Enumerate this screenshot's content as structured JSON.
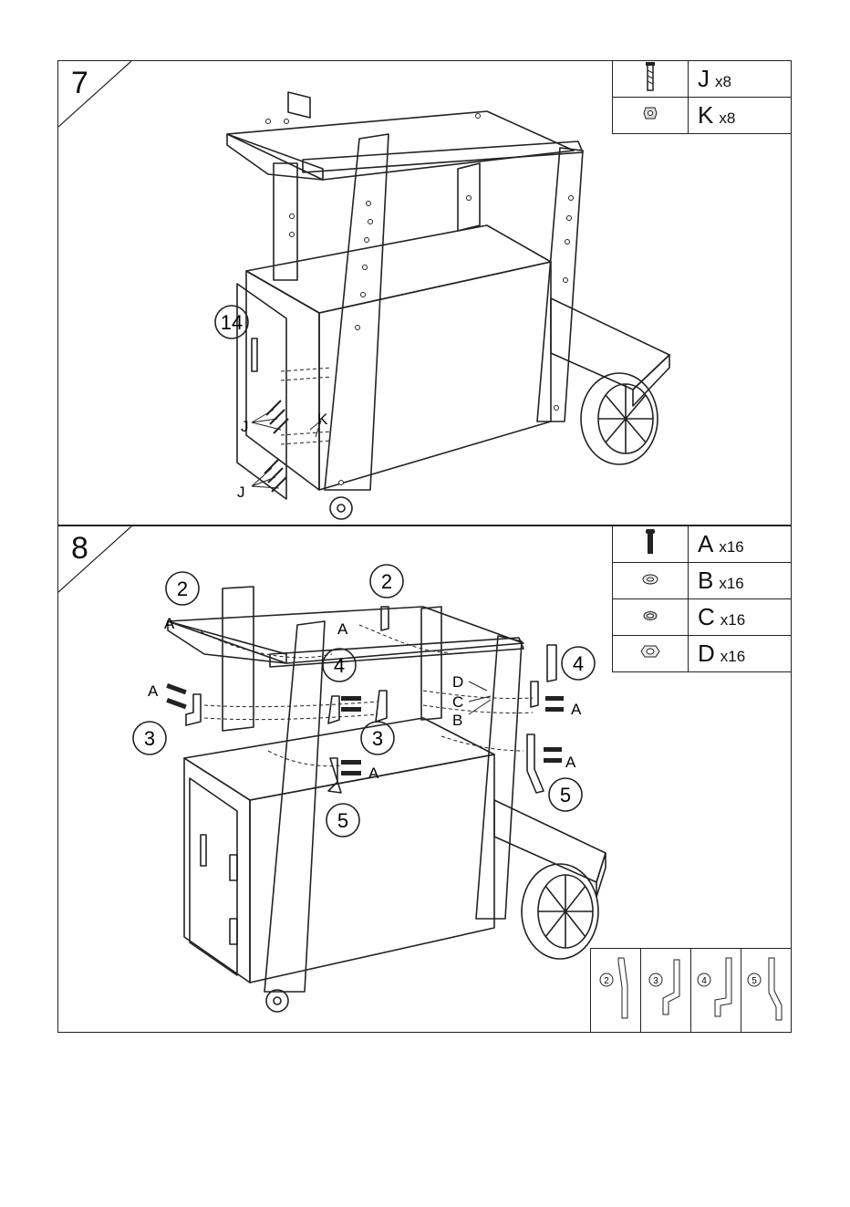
{
  "step7": {
    "number": "7",
    "parts": [
      {
        "letter": "J",
        "qty": "x8",
        "icon": "bolt-icon"
      },
      {
        "letter": "K",
        "qty": "x8",
        "icon": "nut-icon"
      }
    ],
    "callouts": {
      "part": "14",
      "bolt_top": "J",
      "bolt_bottom": "J",
      "nut": "K"
    }
  },
  "step8": {
    "number": "8",
    "parts": [
      {
        "letter": "A",
        "qty": "x16",
        "icon": "bolt-icon"
      },
      {
        "letter": "B",
        "qty": "x16",
        "icon": "flat-washer-icon"
      },
      {
        "letter": "C",
        "qty": "x16",
        "icon": "lock-washer-icon"
      },
      {
        "letter": "D",
        "qty": "x16",
        "icon": "hex-nut-icon"
      }
    ],
    "callouts": {
      "bracket2_left": "2",
      "bracket2_right": "2",
      "bracket3_left": "3",
      "bracket3_center": "3",
      "bracket4_center": "4",
      "bracket4_right": "4",
      "bracket5_center": "5",
      "bracket5_right": "5"
    },
    "letters": {
      "a1": "A",
      "a2": "A",
      "a3": "A",
      "a4": "A",
      "a5": "A",
      "a6": "A",
      "d": "D",
      "c": "C",
      "b": "B"
    },
    "legend": [
      "2",
      "3",
      "4",
      "5"
    ]
  }
}
